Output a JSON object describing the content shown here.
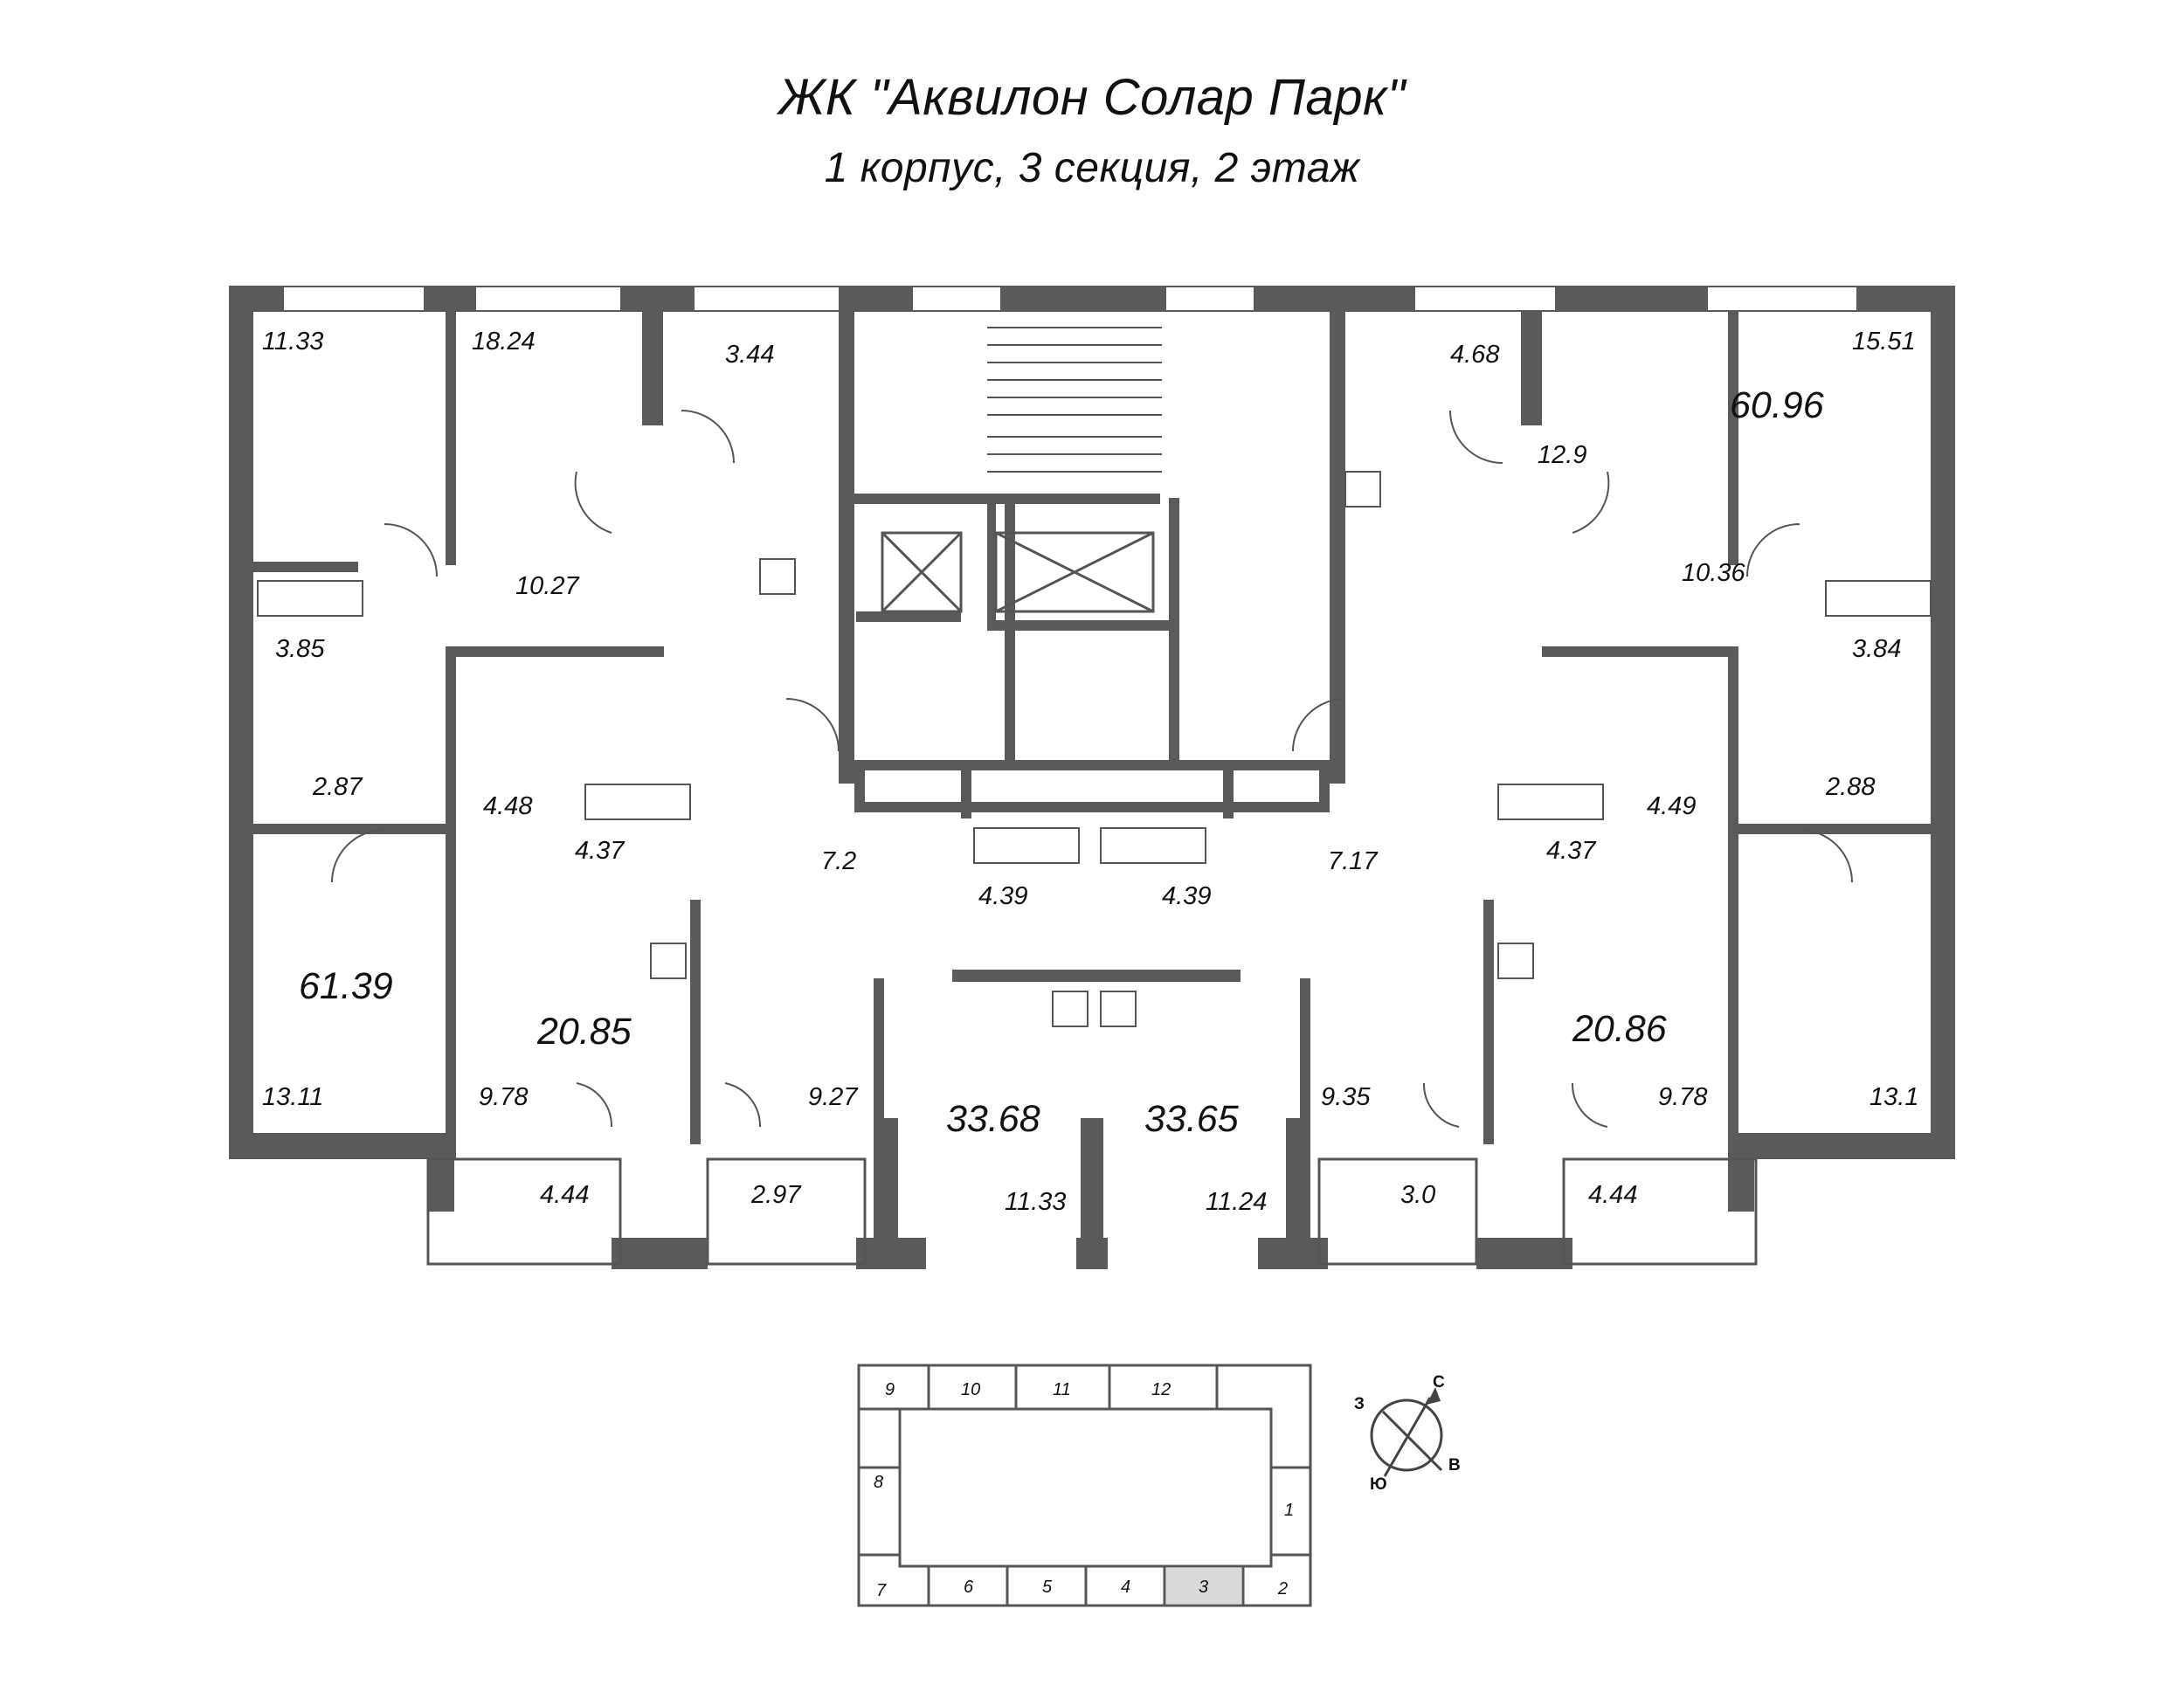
{
  "header": {
    "title": "ЖК \"Аквилон Солар Парк\"",
    "subtitle": "1 корпус, 3 секция, 2 этаж"
  },
  "plan": {
    "apartments": [
      {
        "id": "apt-left",
        "area": "61.39"
      },
      {
        "id": "apt-top-right",
        "area": "60.96"
      },
      {
        "id": "apt-left-inner",
        "area": "20.85"
      },
      {
        "id": "apt-right-inner",
        "area": "20.86"
      },
      {
        "id": "apt-center-left",
        "area": "33.68"
      },
      {
        "id": "apt-center-right",
        "area": "33.65"
      }
    ],
    "rooms": [
      "11.33",
      "18.24",
      "3.44",
      "10.27",
      "3.85",
      "2.87",
      "4.48",
      "4.37",
      "7.2",
      "4.39",
      "4.39",
      "7.17",
      "4.37",
      "4.49",
      "2.88",
      "3.84",
      "10.36",
      "12.9",
      "4.68",
      "15.51",
      "13.11",
      "9.78",
      "4.44",
      "9.27",
      "2.97",
      "11.33",
      "11.24",
      "9.35",
      "3.0",
      "4.44",
      "9.78",
      "13.1"
    ]
  },
  "keyplan": {
    "sections": [
      "1",
      "2",
      "3",
      "4",
      "5",
      "6",
      "7",
      "8",
      "9",
      "10",
      "11",
      "12"
    ],
    "highlighted": "3",
    "highlight_color": "#d9d9d9"
  },
  "compass": {
    "north": "С",
    "south": "Ю",
    "east": "В",
    "west": "З"
  }
}
